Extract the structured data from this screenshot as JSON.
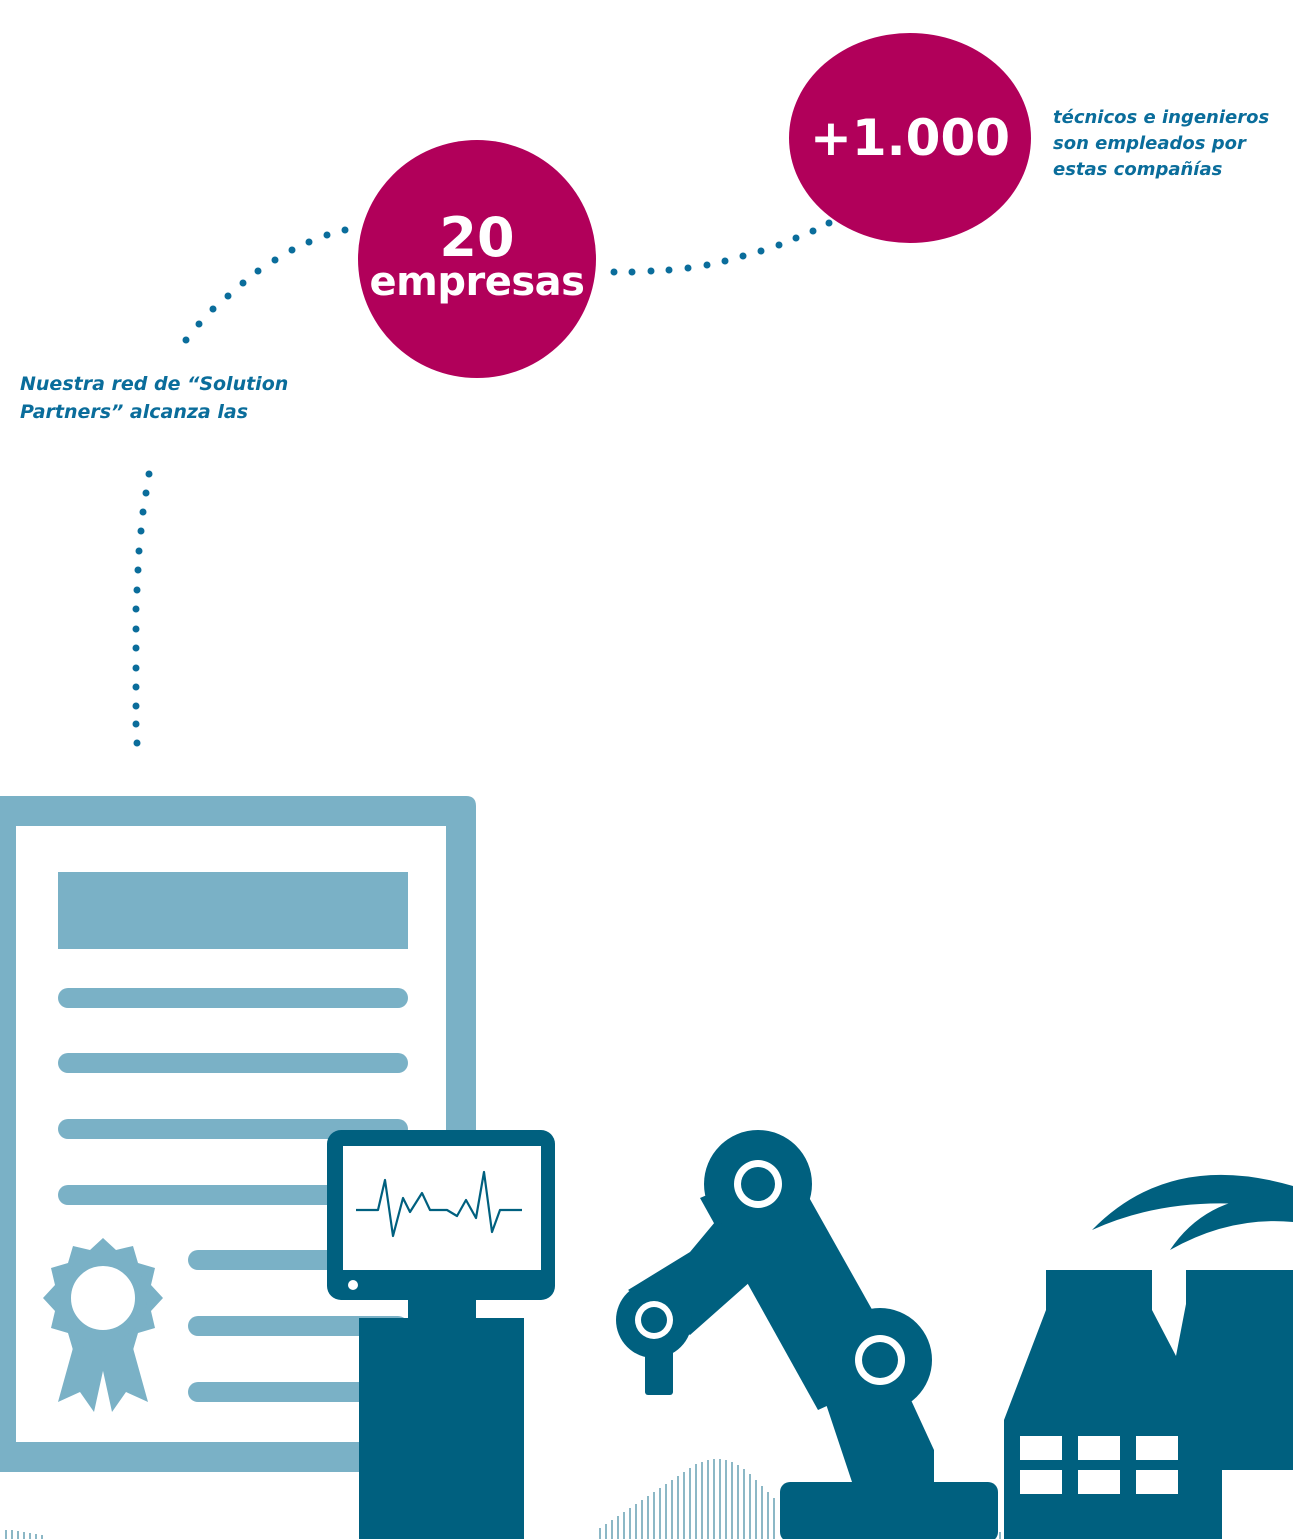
{
  "stats": {
    "companies": {
      "number": "20",
      "unit": "empresas"
    },
    "engineers": {
      "number": "+1.000"
    }
  },
  "captions": {
    "network": [
      "Nuestra red de “Solution",
      "Partners” alcanza las"
    ],
    "engineers": [
      "técnicos e ingenieros",
      "son empleados por",
      "estas compañías"
    ]
  },
  "colors": {
    "accent": "#b1005a",
    "text_blue": "#0a6d9b",
    "icon_dark": "#00607f",
    "icon_light": "#7ab1c6",
    "dots": "#0a6d9b"
  },
  "icons": [
    "certificate-icon",
    "award-rosette-icon",
    "monitor-heartbeat-icon",
    "robot-arm-icon",
    "factory-icon"
  ]
}
